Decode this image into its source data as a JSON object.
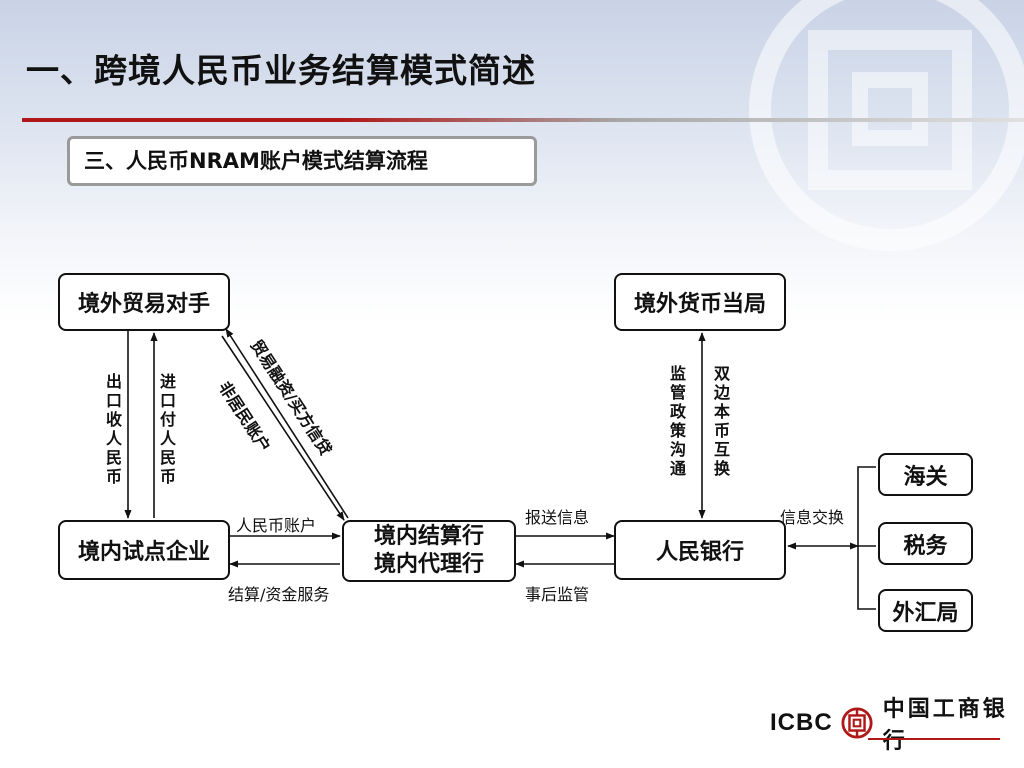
{
  "header": {
    "title": "一、跨境人民币业务结算模式简述",
    "subtitle": "三、人民币NRAM账户模式结算流程"
  },
  "nodes": {
    "overseas_partner": "境外贸易对手",
    "overseas_authority": "境外货币当局",
    "domestic_enterprise": "境内试点企业",
    "settlement_bank_line1": "境内结算行",
    "settlement_bank_line2": "境内代理行",
    "pboc": "人民银行",
    "customs": "海关",
    "tax": "税务",
    "forex_bureau": "外汇局"
  },
  "edges": {
    "export_receive": "出口收人民币",
    "import_pay": "进口付人民币",
    "trade_finance": "贸易融资/买方信贷",
    "nonresident_account": "非居民账户",
    "supervision_policy": "监管政策沟通",
    "currency_swap": "双边本币互换",
    "rmb_account": "人民币账户",
    "settlement_services": "结算/资金服务",
    "report_info": "报送信息",
    "post_supervision": "事后监管",
    "info_exchange": "信息交换"
  },
  "branding": {
    "logo_en": "ICBC",
    "logo_cn": "中国工商银行",
    "brand_color": "#b01818"
  }
}
